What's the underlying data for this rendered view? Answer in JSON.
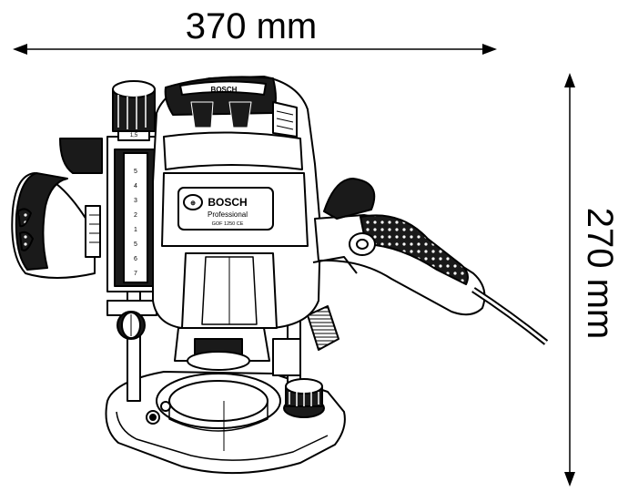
{
  "dimensions": {
    "width_label": "370 mm",
    "height_label": "270 mm"
  },
  "label_plate": {
    "brand": "BOSCH",
    "series": "Professional",
    "model": "GOF 1250 CE"
  },
  "motor_cap_brand": "BOSCH",
  "depth_scale": [
    "5",
    "4",
    "3",
    "2",
    "1",
    "5",
    "6",
    "7"
  ],
  "depth_knob_label": "1,5"
}
